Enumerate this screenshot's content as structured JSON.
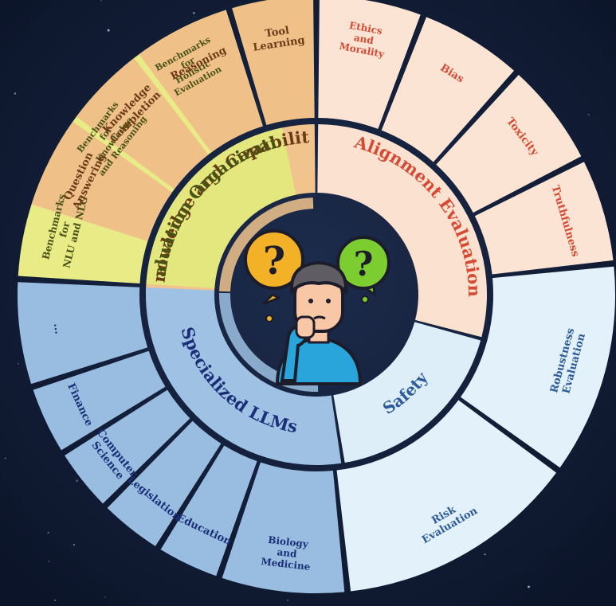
{
  "colors": {
    "background": "#0f1a33",
    "knowledge_inner": "#f1c48e",
    "knowledge_outer": "#f0c089",
    "knowledge_text": "#6b3a16",
    "alignment_inner": "#fbe1d0",
    "alignment_outer": "#fce4d5",
    "alignment_text": "#d64a32",
    "safety_inner": "#ddeef9",
    "safety_outer": "#e3f1fb",
    "safety_text": "#2d5a9a",
    "specialized_inner": "#9fc2e4",
    "specialized_outer": "#98bde0",
    "specialized_text": "#1b2f78",
    "organization_inner": "#e4e77e",
    "organization_outer": "#e8eb86",
    "organization_text": "#4a5316"
  },
  "center_icon": {
    "name": "thinking-person-icon",
    "left_bubble": "?",
    "right_bubble": "?"
  },
  "inner_ring": [
    {
      "id": "knowledge",
      "text": "Knowledge and Capability"
    },
    {
      "id": "alignment",
      "text": "Alignment Evaluation"
    },
    {
      "id": "safety",
      "text": "Safety"
    },
    {
      "id": "specialized",
      "text": "Specialized LLMs"
    },
    {
      "id": "organization",
      "text": "Evaluation Organization"
    }
  ],
  "outer_ring": [
    {
      "group": "knowledge",
      "lines": [
        "Tool",
        "Learning"
      ]
    },
    {
      "group": "alignment",
      "lines": [
        "Ethics",
        "and",
        "Morality"
      ]
    },
    {
      "group": "alignment",
      "lines": [
        "Bias"
      ]
    },
    {
      "group": "alignment",
      "lines": [
        "Toxicity"
      ]
    },
    {
      "group": "alignment",
      "lines": [
        "Truthfulness"
      ]
    },
    {
      "group": "safety",
      "lines": [
        "Robustness",
        "Evaluation"
      ]
    },
    {
      "group": "safety",
      "lines": [
        "Risk",
        "Evaluation"
      ]
    },
    {
      "group": "specialized",
      "lines": [
        "Biology",
        "and",
        "Medicine"
      ]
    },
    {
      "group": "specialized",
      "lines": [
        "Education"
      ]
    },
    {
      "group": "specialized",
      "lines": [
        "Legislation"
      ]
    },
    {
      "group": "specialized",
      "lines": [
        "Computer",
        "Science"
      ]
    },
    {
      "group": "specialized",
      "lines": [
        "Finance"
      ]
    },
    {
      "group": "specialized",
      "lines": [
        "..."
      ]
    },
    {
      "group": "organization",
      "lines": [
        "Benchmarks",
        "for",
        "NLU and NLG"
      ]
    },
    {
      "group": "organization",
      "lines": [
        "Benchmarks",
        "for",
        "Knowledge",
        "and Reasoning"
      ]
    },
    {
      "group": "organization",
      "lines": [
        "Benchmarks",
        "for",
        "Holistic",
        "Evaluation"
      ]
    },
    {
      "group": "knowledge",
      "lines": [
        "Question",
        "Answering"
      ]
    },
    {
      "group": "knowledge",
      "lines": [
        "Knowledge",
        "Completion"
      ]
    },
    {
      "group": "knowledge",
      "lines": [
        "Reasoning"
      ]
    }
  ]
}
